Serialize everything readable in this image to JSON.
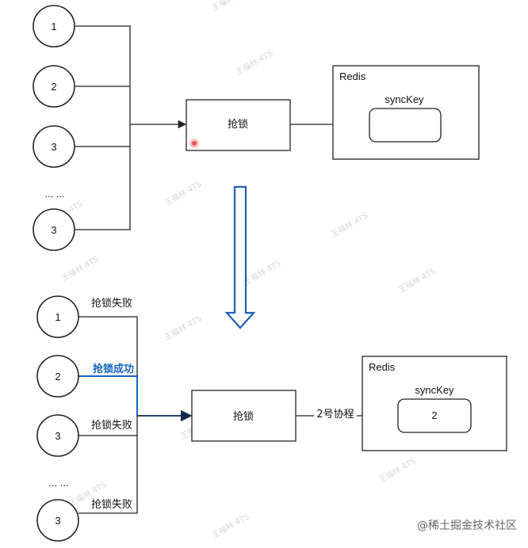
{
  "top": {
    "nodes": [
      {
        "label": "1"
      },
      {
        "label": "2"
      },
      {
        "label": "3"
      },
      {
        "label": "3"
      }
    ],
    "ellipsis": "... ...",
    "lock_box": {
      "label": "抢锁"
    },
    "redis": {
      "title": "Redis",
      "key_label": "syncKey"
    }
  },
  "bottom": {
    "nodes": [
      {
        "label": "1",
        "status": "抢锁失败"
      },
      {
        "label": "2",
        "status": "抢锁成功"
      },
      {
        "label": "3",
        "status": "抢锁失败"
      },
      {
        "label": "3",
        "status": "抢锁失败"
      }
    ],
    "ellipsis": "... ...",
    "lock_box": {
      "label": "抢锁"
    },
    "edge_label": "2号协程",
    "redis": {
      "title": "Redis",
      "key_label": "syncKey",
      "key_value": "2"
    }
  },
  "watermark": "王福林 4TS",
  "brand": "@稀土掘金技术社区",
  "colors": {
    "accent": "#1565c0",
    "arrow": "#1e62b4",
    "cursor": "#e8555c"
  }
}
